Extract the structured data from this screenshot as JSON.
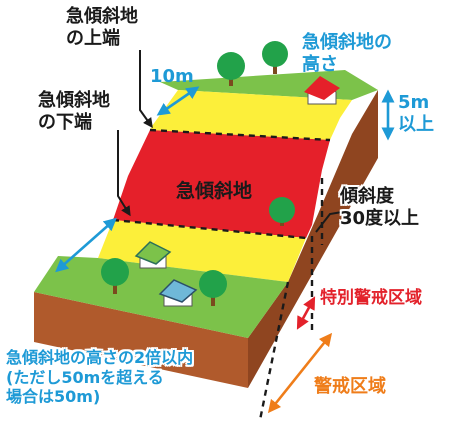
{
  "labels": {
    "top_edge": "急傾斜地\nの上端",
    "bottom_edge": "急傾斜地\nの下端",
    "slope": "急傾斜地",
    "height": "急傾斜地の\n高さ",
    "dist_10m": "10m",
    "height_5m": "5m\n以上",
    "angle": "傾斜度\n30度以上",
    "special_zone": "特別警戒区域",
    "warning_zone": "警戒区域",
    "range_note": "急傾斜地の高さの2倍以内\n(ただし50mを超える\n場合は50m)"
  },
  "colors": {
    "red_zone": "#e5202a",
    "yellow_zone": "#fcef3a",
    "grass": "#7cc24a",
    "soil_side": "#b05a2c",
    "soil_dark": "#8f4520",
    "blue_text": "#1e9ad6",
    "red_text": "#e3222b",
    "orange_text": "#ef7d1a",
    "tree": "#22a24a"
  },
  "icons": [
    "tree-icon",
    "house-icon"
  ]
}
